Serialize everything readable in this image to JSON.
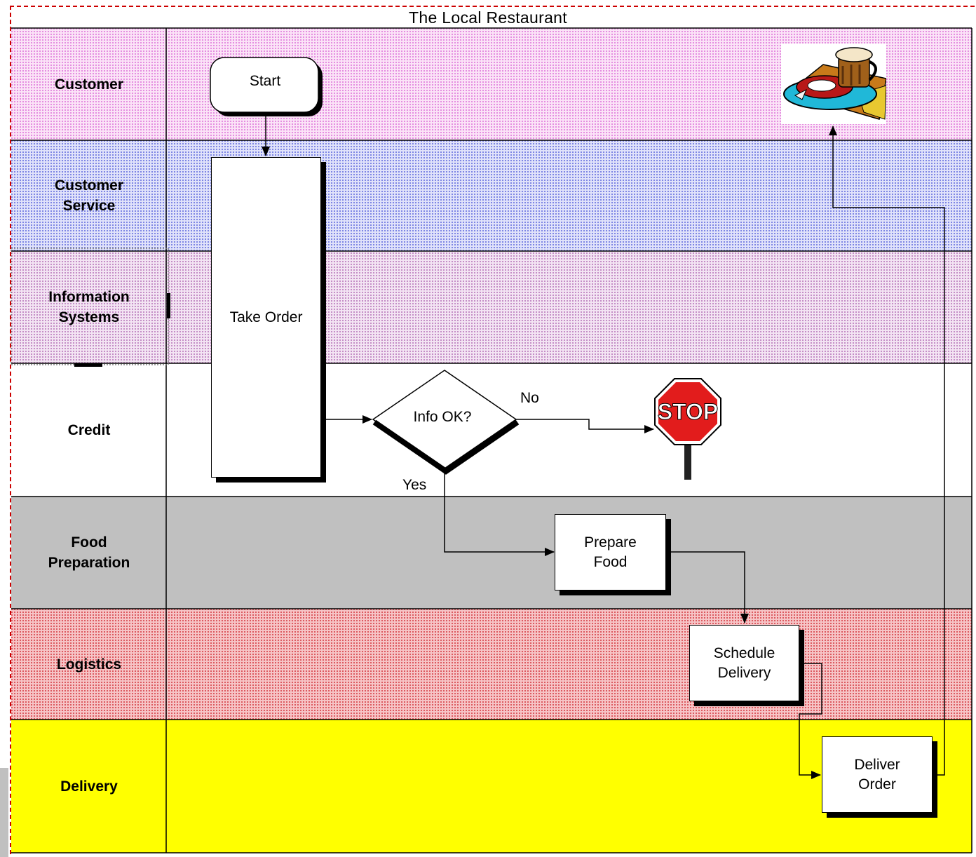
{
  "diagram": {
    "title": "The Local Restaurant",
    "lanes": [
      {
        "name": "Customer",
        "color": "#f4c8f0"
      },
      {
        "name": "Customer\nService",
        "color": "#c0c4f2"
      },
      {
        "name": "Information\nSystems",
        "color": "#e4cce4"
      },
      {
        "name": "Credit",
        "color": "#ffffff"
      },
      {
        "name": "Food\nPreparation",
        "color": "#c0c0c0"
      },
      {
        "name": "Logistics",
        "color": "#ec9da0"
      },
      {
        "name": "Delivery",
        "color": "#ffff00"
      }
    ],
    "nodes": {
      "start": "Start",
      "take_order": "Take Order",
      "decision": "Info OK?",
      "prepare_food": "Prepare\nFood",
      "schedule_delivery": "Schedule\nDelivery",
      "deliver_order": "Deliver\nOrder"
    },
    "edge_labels": {
      "no": "No",
      "yes": "Yes"
    },
    "images": [
      "stop-sign-icon",
      "meal-clipart-icon"
    ]
  }
}
